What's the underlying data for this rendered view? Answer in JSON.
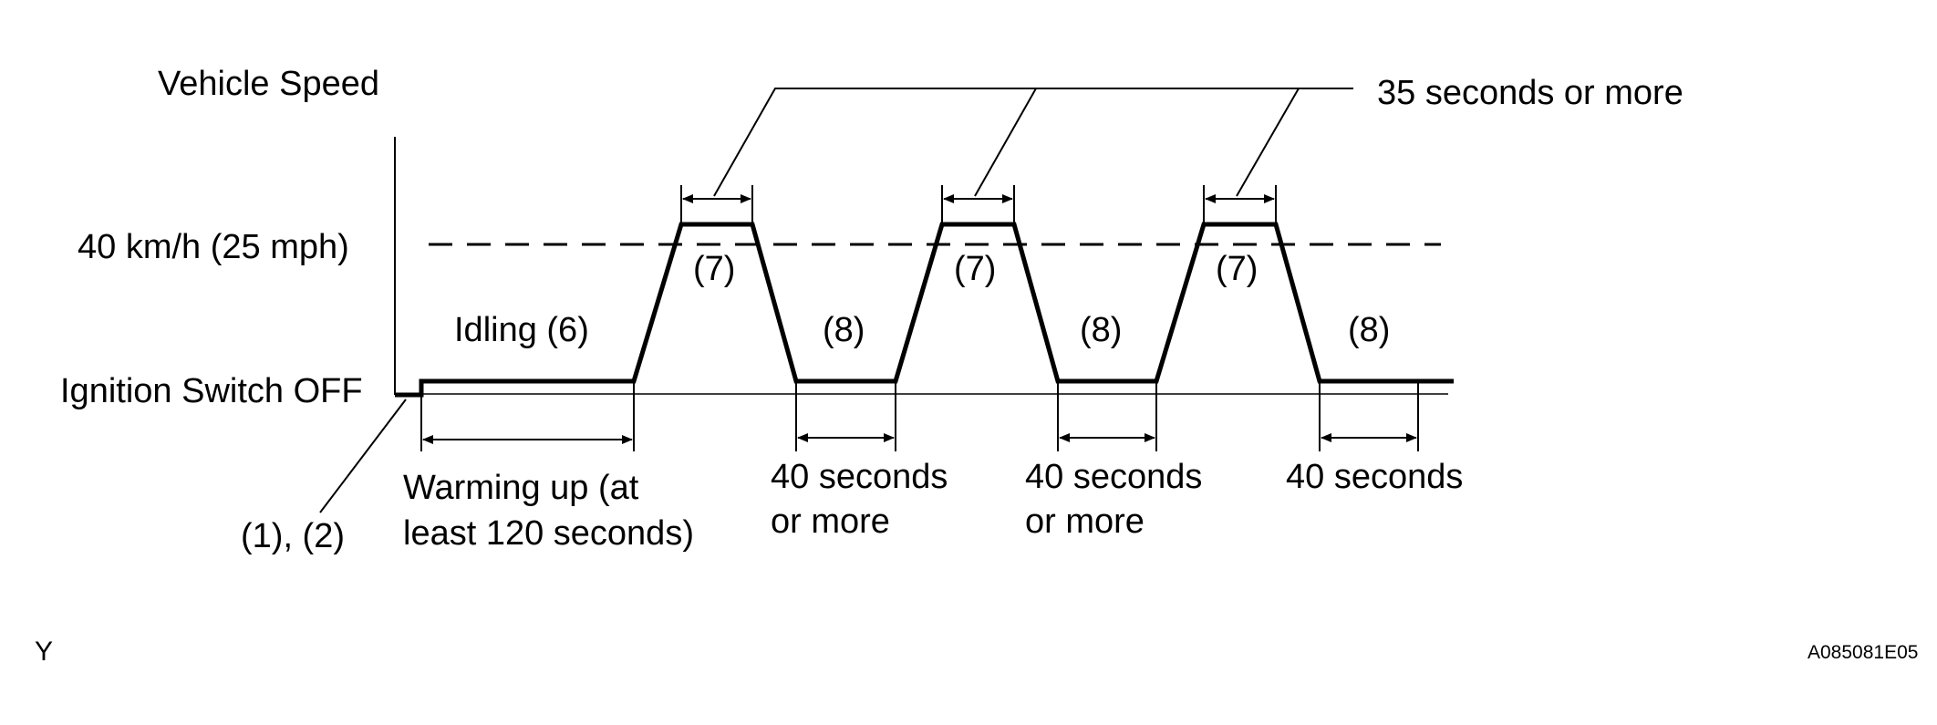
{
  "y_axis": {
    "title": "Vehicle Speed",
    "level_high": "40 km/h (25 mph)",
    "level_low": "Ignition Switch OFF"
  },
  "annotations": {
    "duration_peak": "35 seconds or more",
    "idling": "Idling (6)",
    "step_1_2": "(1), (2)",
    "warming_up_line1": "Warming up (at",
    "warming_up_line2": "least 120 seconds)",
    "drive_steps": [
      "(7)",
      "(7)",
      "(7)"
    ],
    "idle_steps": [
      "(8)",
      "(8)",
      "(8)"
    ],
    "idle_durations": [
      {
        "line1": "40 seconds",
        "line2": "or more"
      },
      {
        "line1": "40 seconds",
        "line2": "or more"
      },
      {
        "line1": "40 seconds",
        "line2": ""
      }
    ]
  },
  "footer": {
    "left_mark": "Y",
    "figure_code": "A085081E05"
  }
}
